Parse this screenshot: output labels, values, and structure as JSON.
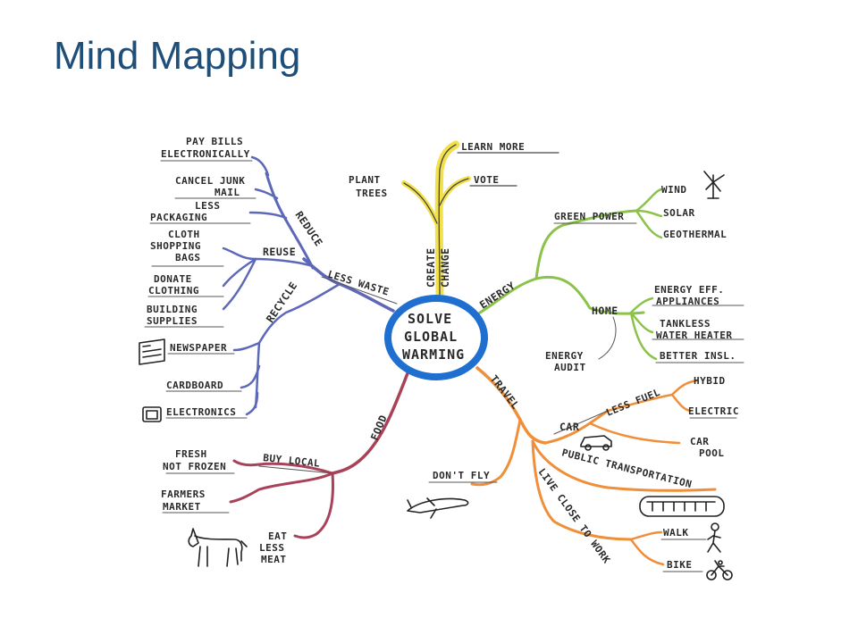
{
  "slide": {
    "title": "Mind Mapping"
  },
  "center": {
    "lines": [
      "SOLVE",
      "GLOBAL",
      "WARMING"
    ]
  },
  "branches": {
    "create_change": {
      "label_lines": [
        "CREATE",
        "CHANGE"
      ],
      "children": [
        "LEARN MORE",
        "VOTE"
      ],
      "plant_trees": [
        "PLANT",
        "TREES"
      ]
    },
    "energy": {
      "label": "ENERGY",
      "green_power": {
        "label": "GREEN POWER",
        "children": [
          "WIND",
          "SOLAR",
          "GEOTHERMAL"
        ]
      },
      "home": {
        "label": "HOME",
        "children": [
          [
            "ENERGY EFF.",
            "APPLIANCES"
          ],
          [
            "TANKLESS",
            "WATER HEATER"
          ],
          [
            "BETTER INSL."
          ]
        ]
      },
      "energy_audit": [
        "ENERGY",
        "AUDIT"
      ]
    },
    "travel": {
      "label": "TRAVEL",
      "car": {
        "label": "CAR",
        "less_fuel": {
          "label": "LESS FUEL",
          "children": [
            "HYBID",
            "ELECTRIC"
          ]
        },
        "car_pool": [
          "CAR",
          "POOL"
        ]
      },
      "public_transportation": "PUBLIC TRANSPORTATION",
      "live_close": {
        "label": "LIVE CLOSE TO WORK",
        "children": [
          "WALK",
          "BIKE"
        ]
      },
      "dont_fly": "DON'T FLY"
    },
    "food": {
      "label": "FOOD",
      "buy_local": {
        "label": "BUY LOCAL",
        "children": [
          [
            "FRESH",
            "NOT FROZEN"
          ],
          [
            "FARMERS",
            "MARKET"
          ]
        ]
      },
      "eat_less_meat": [
        "EAT",
        "LESS",
        "MEAT"
      ]
    },
    "less_waste": {
      "label": "LESS WASTE",
      "reduce": {
        "label": "REDUCE",
        "children": [
          [
            "PAY BILLS",
            "ELECTRONICALLY"
          ],
          [
            "CANCEL JUNK",
            "MAIL"
          ],
          [
            "LESS",
            "PACKAGING"
          ]
        ]
      },
      "reuse": {
        "label": "REUSE",
        "children": [
          [
            "CLOTH",
            "SHOPPING",
            "BAGS"
          ],
          [
            "DONATE",
            "CLOTHING"
          ],
          [
            "BUILDING",
            "SUPPLIES"
          ]
        ]
      },
      "recycle": {
        "label": "RECYCLE",
        "children": [
          "NEWSPAPER",
          "CARDBOARD",
          "ELECTRONICS"
        ]
      }
    }
  },
  "icons": [
    "windmill-icon",
    "car-icon",
    "bus-icon",
    "airplane-icon",
    "walking-person-icon",
    "bicycle-icon",
    "cow-icon",
    "newspaper-icon",
    "tv-icon"
  ],
  "colors": {
    "title": "#1f4e79",
    "center_ring": "#1f6fd0",
    "less_waste": "#5d68b8",
    "energy": "#8bc34a",
    "travel": "#ef8f3a",
    "food": "#a94159",
    "create_change": "#f2e14a"
  }
}
